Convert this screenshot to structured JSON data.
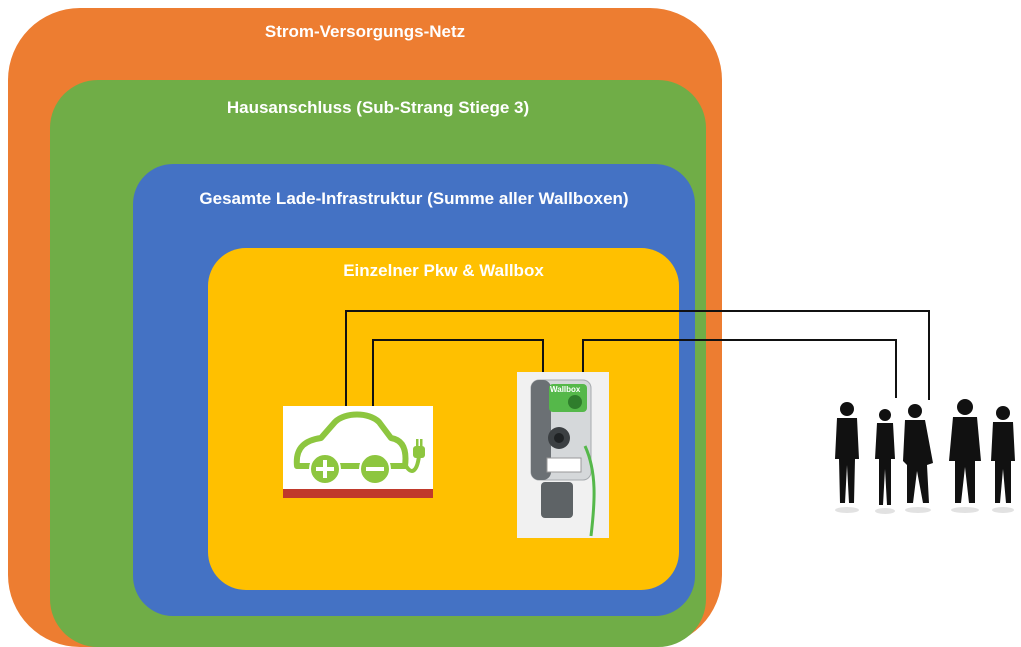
{
  "layers": {
    "grid": {
      "title": "Strom-Versorgungs-Netz",
      "color": "#ED7D31"
    },
    "house": {
      "title": "Hausanschluss (Sub-Strang Stiege 3)",
      "color": "#70AD47"
    },
    "infra": {
      "title": "Gesamte Lade-Infrastruktur (Summe aller Wallboxen)",
      "color": "#4472C4"
    },
    "single": {
      "title": "Einzelner Pkw & Wallbox",
      "color": "#FFC000"
    }
  },
  "wallbox": {
    "brand_text": "Wallbox"
  },
  "icons": {
    "car": "ev-car-icon",
    "wallbox": "wallbox-icon",
    "people": "people-silhouettes-icon"
  }
}
